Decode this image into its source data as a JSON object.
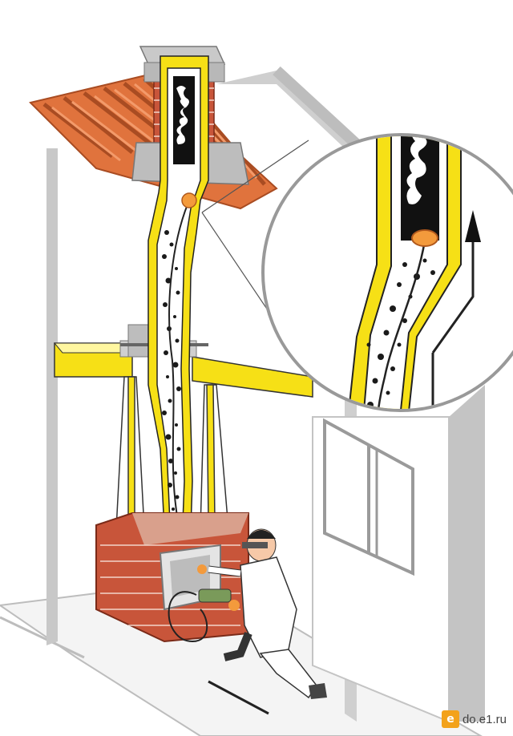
{
  "illustration": {
    "subject": "chimney-cleaning",
    "colors": {
      "liner_yellow": "#f6e016",
      "brick": "#c8553a",
      "roof": "#e0733d",
      "soot": "#1a1a1a",
      "wall_gray": "#c8c8c8",
      "brush_orange": "#f39a3c"
    }
  },
  "watermark": {
    "text": "do.e1.ru",
    "logo_glyph": "e"
  }
}
